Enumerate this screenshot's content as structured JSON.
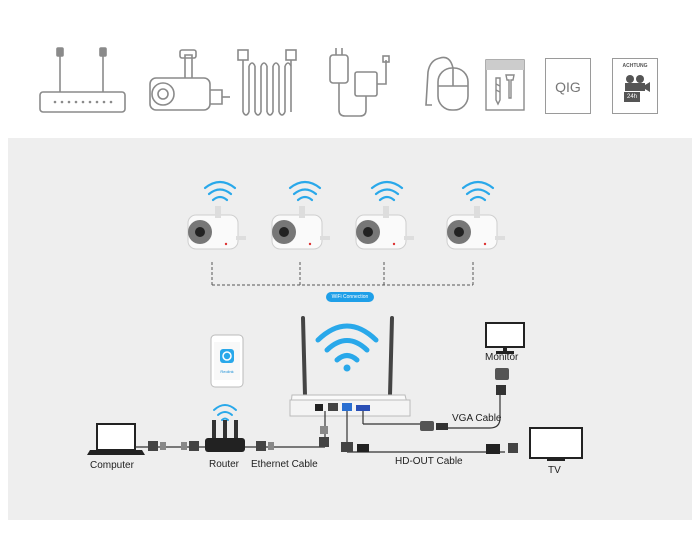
{
  "accessories": {
    "qig_label": "QIG",
    "achtung_label": "ACHTUNG",
    "hours_label": "24h",
    "icons": [
      "router-icon",
      "camera-icon",
      "ethernet-cable-icon",
      "power-adapter-icon",
      "mouse-icon",
      "screws-icon",
      "qig-icon",
      "achtung-card-icon"
    ]
  },
  "diagram": {
    "wifi_connection": "WiFi Connection",
    "app_name": "Reolink",
    "labels": {
      "computer": "Computer",
      "router": "Router",
      "ethernet_cable": "Ethernet Cable",
      "monitor": "Monitor",
      "vga_cable": "VGA Cable",
      "hd_out_cable": "HD-OUT Cable",
      "tv": "TV"
    }
  },
  "colors": {
    "wifi_blue": "#29a8ea",
    "panel_gray": "#eeeeee",
    "line_gray": "#555555",
    "icon_gray": "#8a8a8a"
  }
}
